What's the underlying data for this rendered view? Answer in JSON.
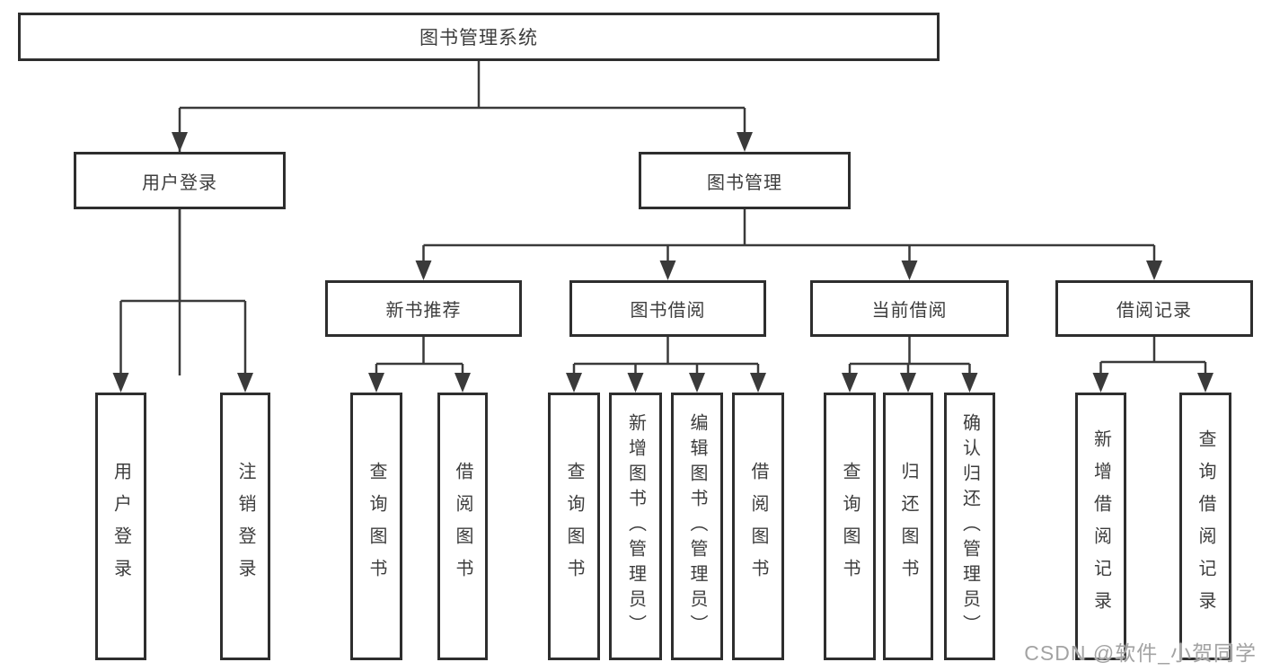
{
  "diagram": {
    "title": "图书管理系统",
    "tree": {
      "label": "图书管理系统",
      "children": [
        {
          "label": "用户登录",
          "children": [
            {
              "label": "用户登录"
            },
            {
              "label": "注销登录"
            }
          ]
        },
        {
          "label": "图书管理",
          "children": [
            {
              "label": "新书推荐",
              "children": [
                {
                  "label": "查询图书"
                },
                {
                  "label": "借阅图书"
                }
              ]
            },
            {
              "label": "图书借阅",
              "children": [
                {
                  "label": "查询图书"
                },
                {
                  "label": "新增图书（管理员）"
                },
                {
                  "label": "编辑图书（管理员）"
                },
                {
                  "label": "借阅图书"
                }
              ]
            },
            {
              "label": "当前借阅",
              "children": [
                {
                  "label": "查询图书"
                },
                {
                  "label": "归还图书"
                },
                {
                  "label": "确认归还（管理员）"
                }
              ]
            },
            {
              "label": "借阅记录",
              "children": [
                {
                  "label": "新增借阅记录"
                },
                {
                  "label": "查询借阅记录"
                }
              ]
            }
          ]
        }
      ]
    },
    "colors": {
      "line": "#3a3a3a",
      "box_border": "#2e2e2e",
      "text": "#3d3d3d",
      "watermark": "#a3a3a3",
      "background": "#ffffff"
    }
  },
  "watermark": {
    "text": "CSDN @软件_小贺同学"
  }
}
